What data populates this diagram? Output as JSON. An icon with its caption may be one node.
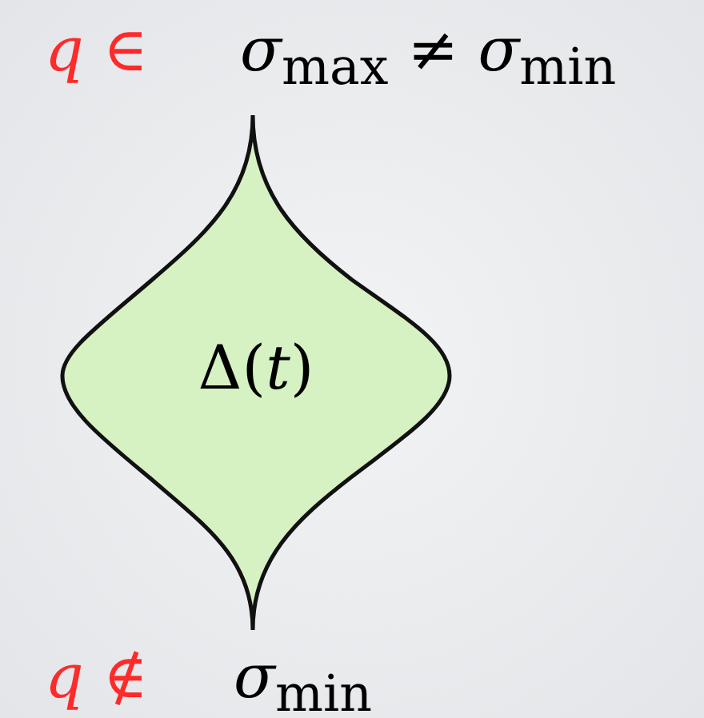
{
  "diagram": {
    "nodes": [
      {
        "text": [
          "Δ(*t*)"
        ]
      }
    ],
    "labels": [
      "*q* ∈",
      "*σ*$_{max}$ ≠ *σ*$_{min}$",
      "*q* ∉",
      "*σ*$_{min}$"
    ]
  }
}
